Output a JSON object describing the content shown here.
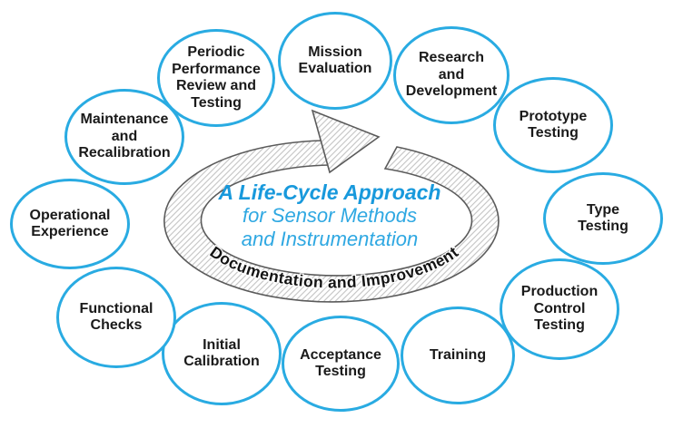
{
  "title": {
    "line1": "A Life-Cycle Approach",
    "line2": "for Sensor Methods",
    "line3": "and Instrumentation"
  },
  "arrow": {
    "label": "Documentation and Improvement",
    "direction": "clockwise"
  },
  "colors": {
    "circle_stroke": "#29ABE2",
    "title_blue": "#1899DC",
    "subtitle_blue": "#2FA8E2",
    "arrow_outline": "#5B5B5B",
    "arrow_hatch": "#C3C3C3",
    "label_text": "#1A1A1A"
  },
  "stages": [
    {
      "id": "mission-evaluation",
      "label": "Mission\nEvaluation"
    },
    {
      "id": "research-and-development",
      "label": "Research\nand\nDevelopment"
    },
    {
      "id": "prototype-testing",
      "label": "Prototype\nTesting"
    },
    {
      "id": "type-testing",
      "label": "Type\nTesting"
    },
    {
      "id": "training",
      "label": "Training"
    },
    {
      "id": "production-control-testing",
      "label": "Production\nControl\nTesting"
    },
    {
      "id": "acceptance-testing",
      "label": "Acceptance\nTesting"
    },
    {
      "id": "initial-calibration",
      "label": "Initial\nCalibration"
    },
    {
      "id": "functional-checks",
      "label": "Functional\nChecks"
    },
    {
      "id": "operational-experience",
      "label": "Operational\nExperience"
    },
    {
      "id": "maintenance-and-recalibration",
      "label": "Maintenance\nand\nRecalibration"
    },
    {
      "id": "periodic-performance-review-and-testing",
      "label": "Periodic\nPerformance\nReview and\nTesting"
    }
  ]
}
